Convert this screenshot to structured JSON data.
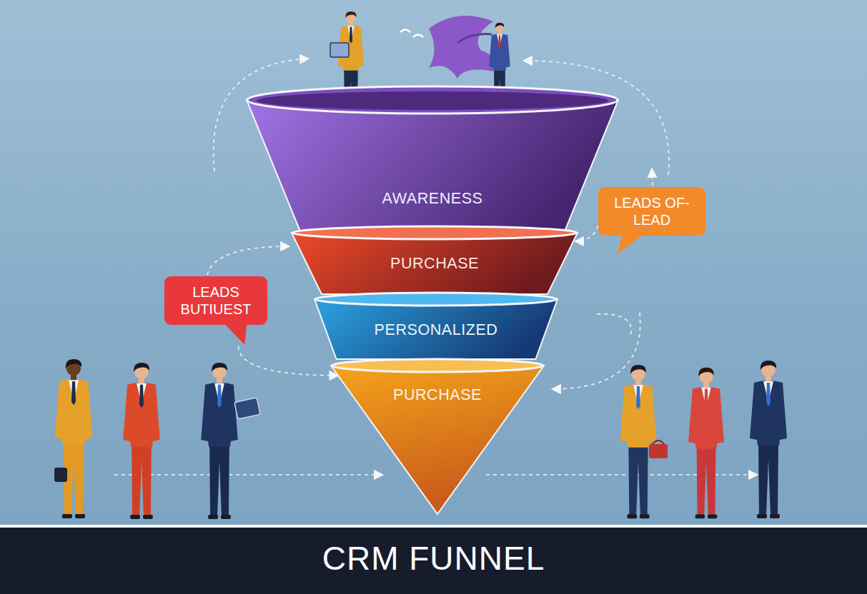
{
  "diagram": {
    "title": "CRM FUNNEL",
    "nodes": [
      {
        "text": [
          "AWARENESS"
        ]
      },
      {
        "text": [
          "PURCHASE"
        ]
      },
      {
        "text": [
          "PERSONALIZED"
        ]
      },
      {
        "text": [
          "PURCHASE"
        ]
      },
      {
        "text": [
          "LEADS OF- LEAD"
        ]
      },
      {
        "text": [
          "LEADS BUTIUEST"
        ]
      }
    ],
    "edges": [
      {
        "from": 4,
        "to": 1,
        "arrow": "to"
      },
      {
        "from": 5,
        "to": 3,
        "arrow": "to"
      }
    ]
  }
}
